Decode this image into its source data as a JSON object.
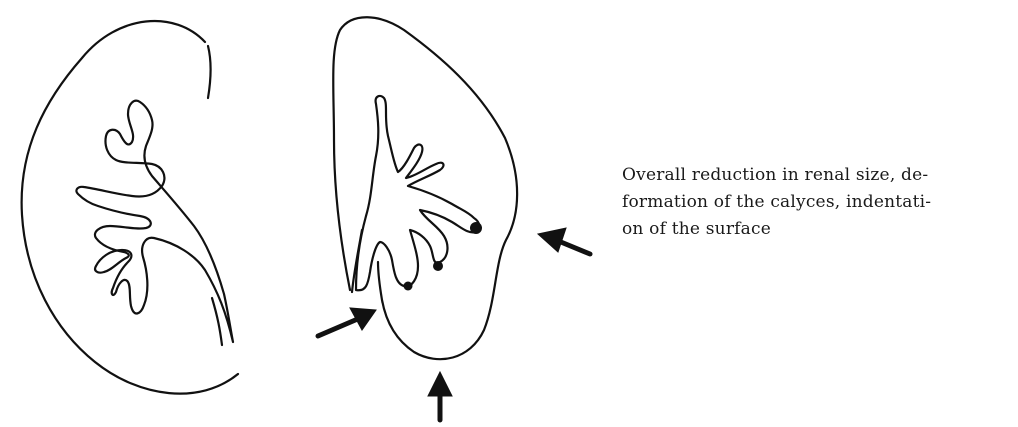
{
  "caption": {
    "lines": [
      "Overall reduction in renal size, de-",
      "formation of the calyces, indentati-",
      "on of the surface"
    ]
  },
  "icons": {
    "left_kidney": "normal-kidney-outline",
    "right_kidney": "scarred-kidney-outline",
    "arrows": [
      "arrow-lower-pole",
      "arrow-bottom",
      "arrow-lateral-surface"
    ]
  },
  "colors": {
    "line": "#111111",
    "background": "#ffffff"
  }
}
